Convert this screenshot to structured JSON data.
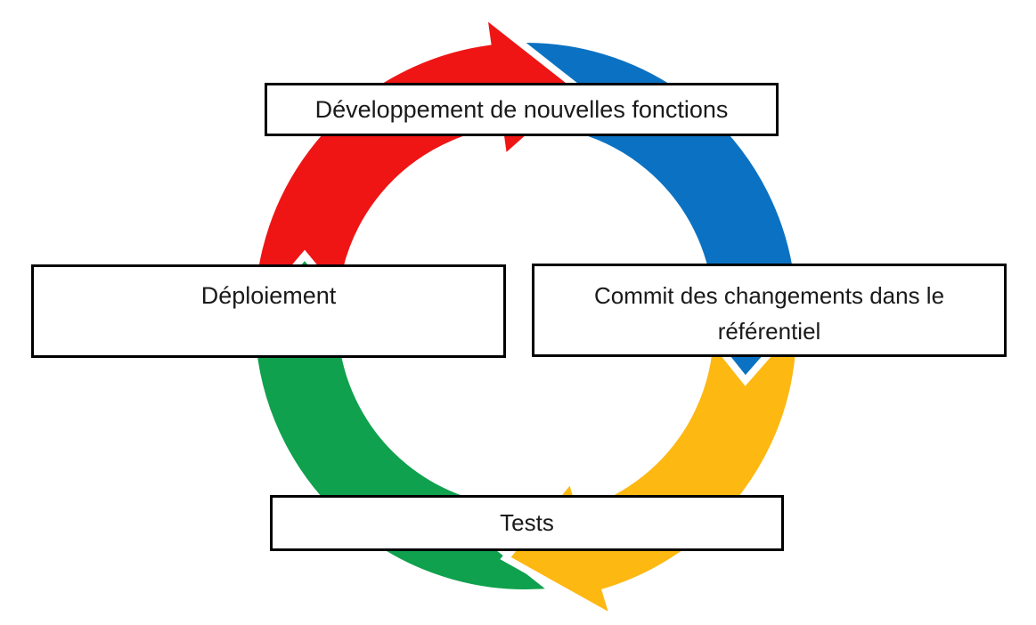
{
  "diagram": {
    "type": "cycle",
    "description": "continuous development cycle",
    "background": "#ffffff",
    "colors": {
      "box_border": "#000000",
      "text": "#1a1a1a"
    },
    "boxes": {
      "top": {
        "label": "Développement de nouvelles fonctions"
      },
      "right": {
        "label": "Commit des changements dans le référentiel",
        "lines": [
          "Commit des changements dans le",
          "référentiel"
        ]
      },
      "left": {
        "label": "Déploiement"
      },
      "bottom": {
        "label": "Tests"
      }
    },
    "arrows": [
      {
        "id": "development-arrow",
        "position": "top",
        "color": "#EF1515",
        "direction": "clockwise"
      },
      {
        "id": "commit-arrow",
        "position": "right",
        "color": "#0B72C3",
        "direction": "clockwise"
      },
      {
        "id": "tests-arrow",
        "position": "bottom",
        "color": "#FDB812",
        "direction": "clockwise"
      },
      {
        "id": "deployment-arrow",
        "position": "left",
        "color": "#0FA14D",
        "direction": "clockwise"
      }
    ]
  }
}
